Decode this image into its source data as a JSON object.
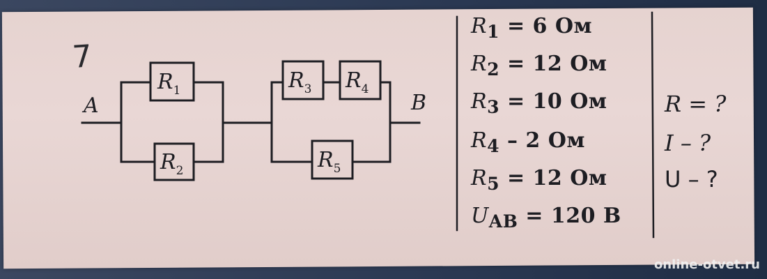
{
  "problem_number": "7",
  "nodes": {
    "a": "A",
    "b": "B"
  },
  "resistors": [
    {
      "sym": "R",
      "sub": "1"
    },
    {
      "sym": "R",
      "sub": "2"
    },
    {
      "sym": "R",
      "sub": "3"
    },
    {
      "sym": "R",
      "sub": "4"
    },
    {
      "sym": "R",
      "sub": "5"
    }
  ],
  "given": [
    {
      "sym": "R",
      "sub": "1",
      "text": " = 6 Ом"
    },
    {
      "sym": "R",
      "sub": "2",
      "text": " = 12 Ом"
    },
    {
      "sym": "R",
      "sub": "3",
      "text": " = 10 Ом"
    },
    {
      "sym": "R",
      "sub": "4",
      "text": " – 2 Ом"
    },
    {
      "sym": "R",
      "sub": "5",
      "text": " = 12 Ом"
    },
    {
      "sym": "U",
      "sub": "AB",
      "text": " = 120 В"
    }
  ],
  "find": [
    {
      "text": "R = ?"
    },
    {
      "text": "I – ?"
    },
    {
      "text": "U – ?"
    }
  ],
  "watermark": "online-otvet.ru",
  "colors": {
    "ink": "#1d1d22",
    "paper": "#e6d3d0",
    "background": "#2c3a52"
  }
}
